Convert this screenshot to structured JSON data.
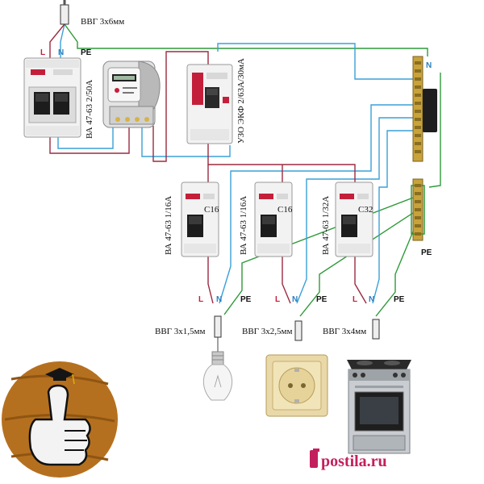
{
  "input_cable": "ВВГ 3х6мм",
  "main_breaker": "ВА 47-63 2/50А",
  "rcd": "УЗО ЭКФ 2/63А/30мА",
  "breakers": [
    "ВА 47-63 1/16А",
    "ВА 47-63 1/16А",
    "ВА 47-63 1/32А"
  ],
  "breaker_faces": [
    "С16",
    "С16",
    "С32"
  ],
  "bus_labels": {
    "neutral": "N",
    "ground": "PE"
  },
  "wire_letters": {
    "L": "L",
    "N": "N",
    "PE": "PE"
  },
  "cables": [
    "ВВГ 3х1,5мм",
    "ВВГ 3х2,5мм",
    "ВВГ 3х4мм"
  ],
  "watermark": "postila.ru",
  "colors": {
    "phase": "#9b2b40",
    "neutral": "#3aa0d8",
    "ground": "#2f9a3a",
    "stamp": "#c41f5d"
  },
  "loads": [
    "bulb-icon",
    "socket-icon",
    "stove-icon"
  ]
}
